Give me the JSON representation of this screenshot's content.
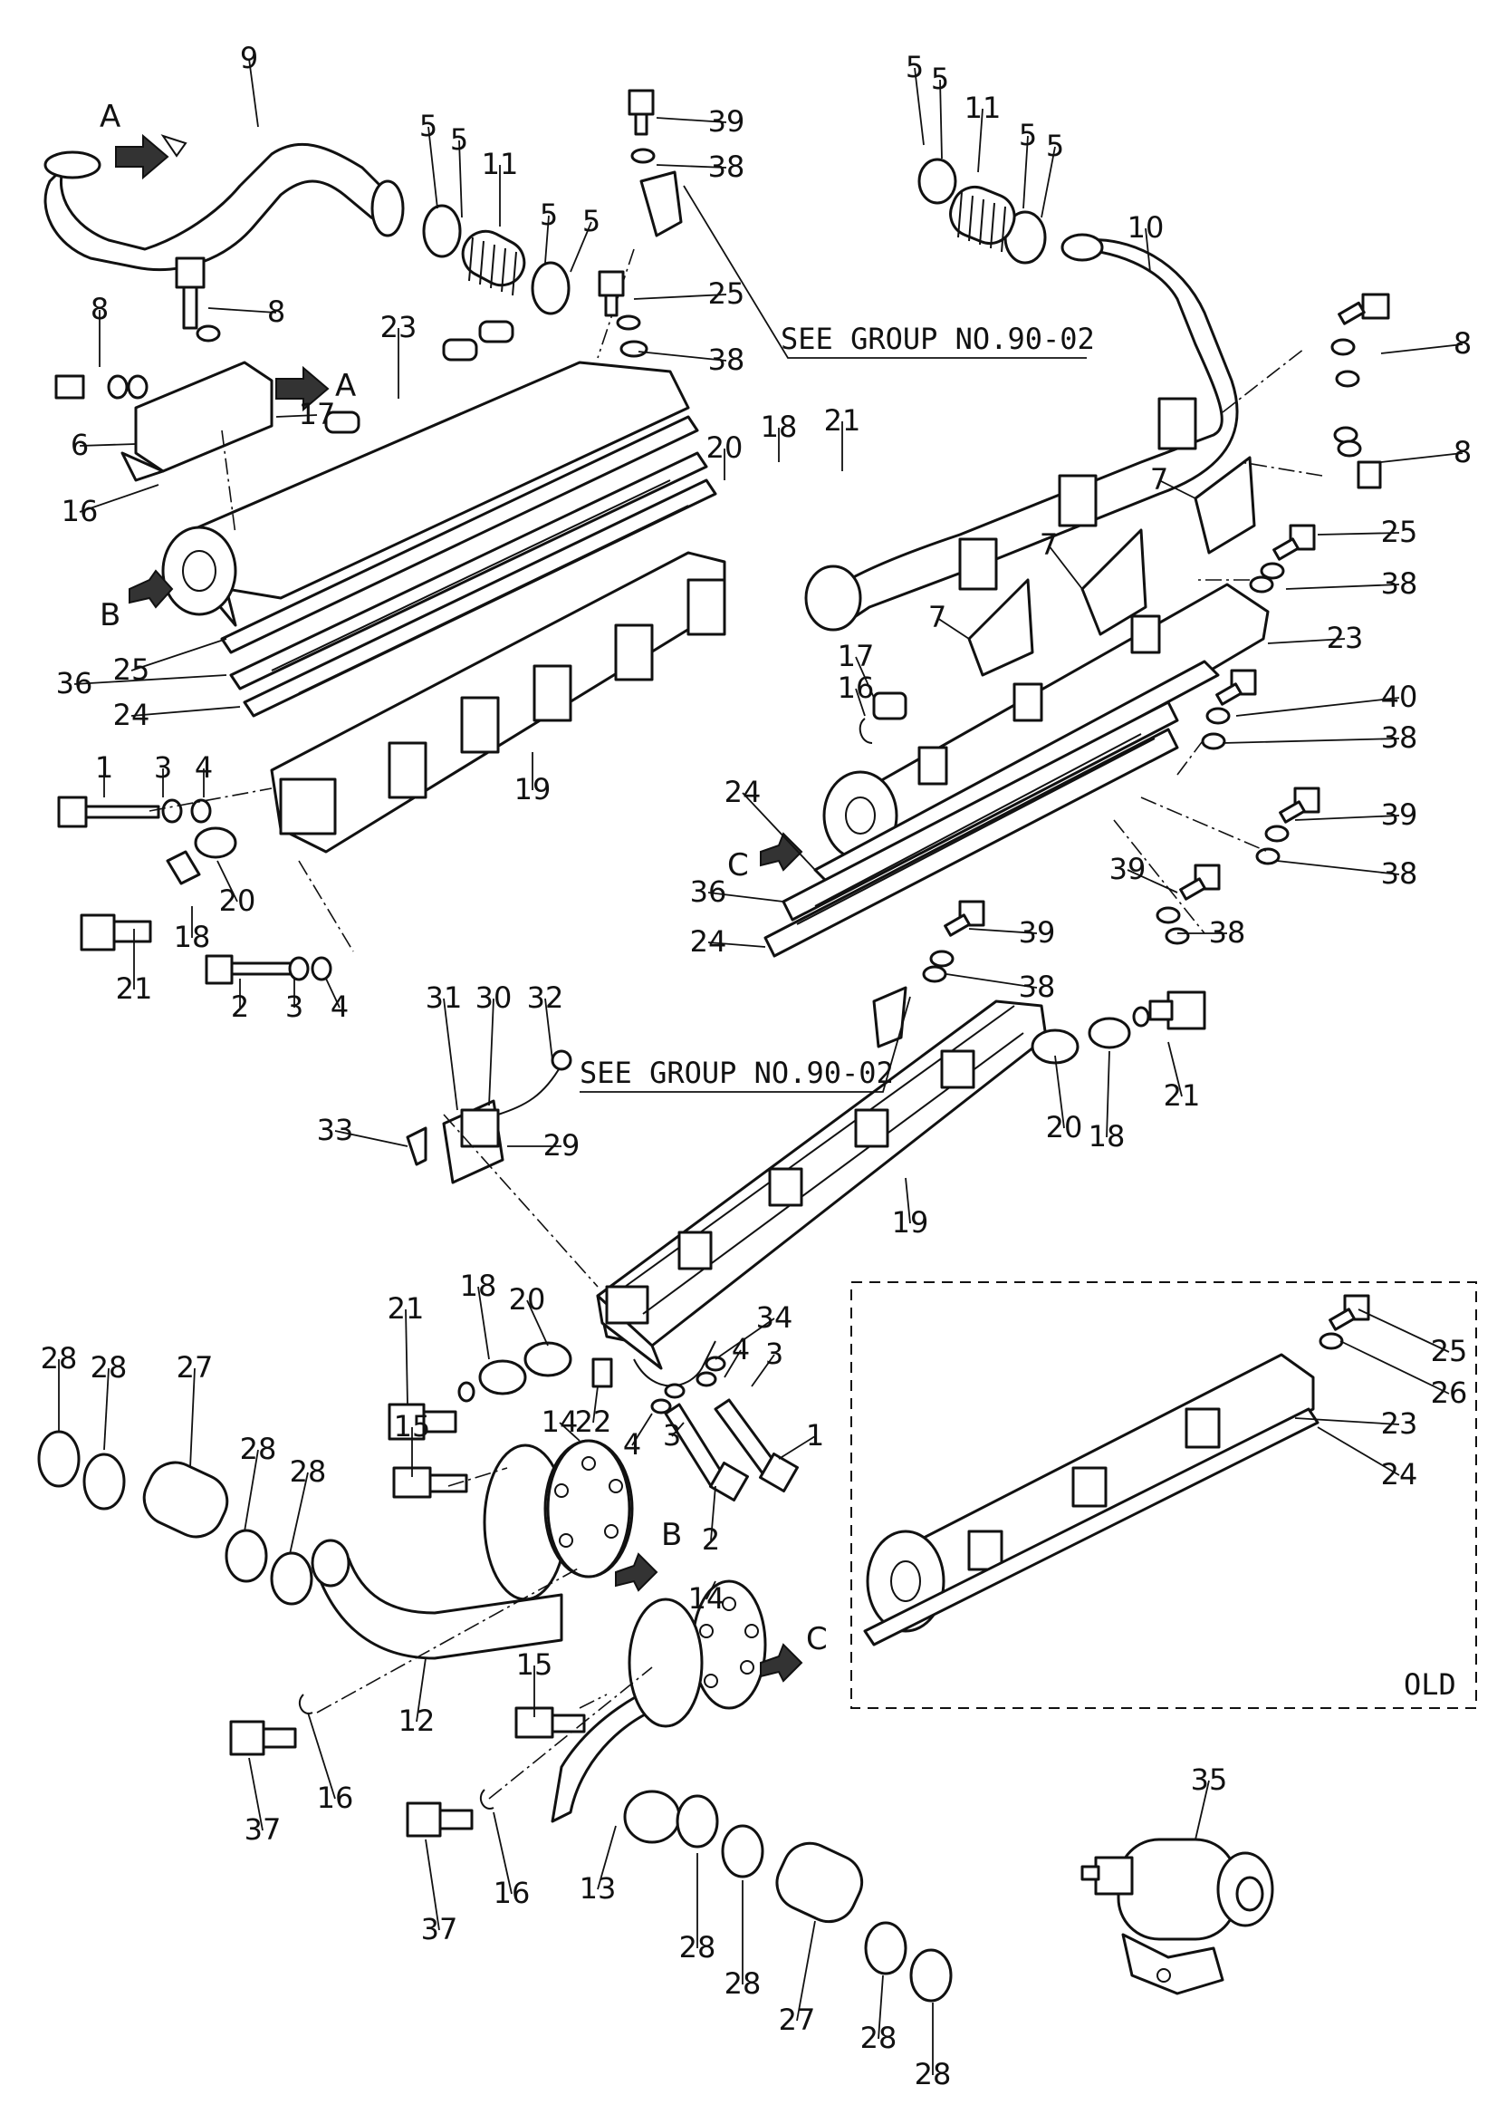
{
  "diagram": {
    "see_group_note": "SEE GROUP NO.90-02",
    "old_label": "OLD",
    "arrow_labels": {
      "a": "A",
      "b": "B",
      "c": "C"
    },
    "part_numbers": [
      "1",
      "2",
      "3",
      "4",
      "5",
      "6",
      "7",
      "8",
      "9",
      "10",
      "11",
      "12",
      "13",
      "14",
      "15",
      "16",
      "17",
      "18",
      "19",
      "20",
      "21",
      "22",
      "23",
      "24",
      "25",
      "26",
      "27",
      "28",
      "29",
      "30",
      "31",
      "32",
      "33",
      "34",
      "35",
      "36",
      "37",
      "38",
      "39",
      "40"
    ]
  }
}
